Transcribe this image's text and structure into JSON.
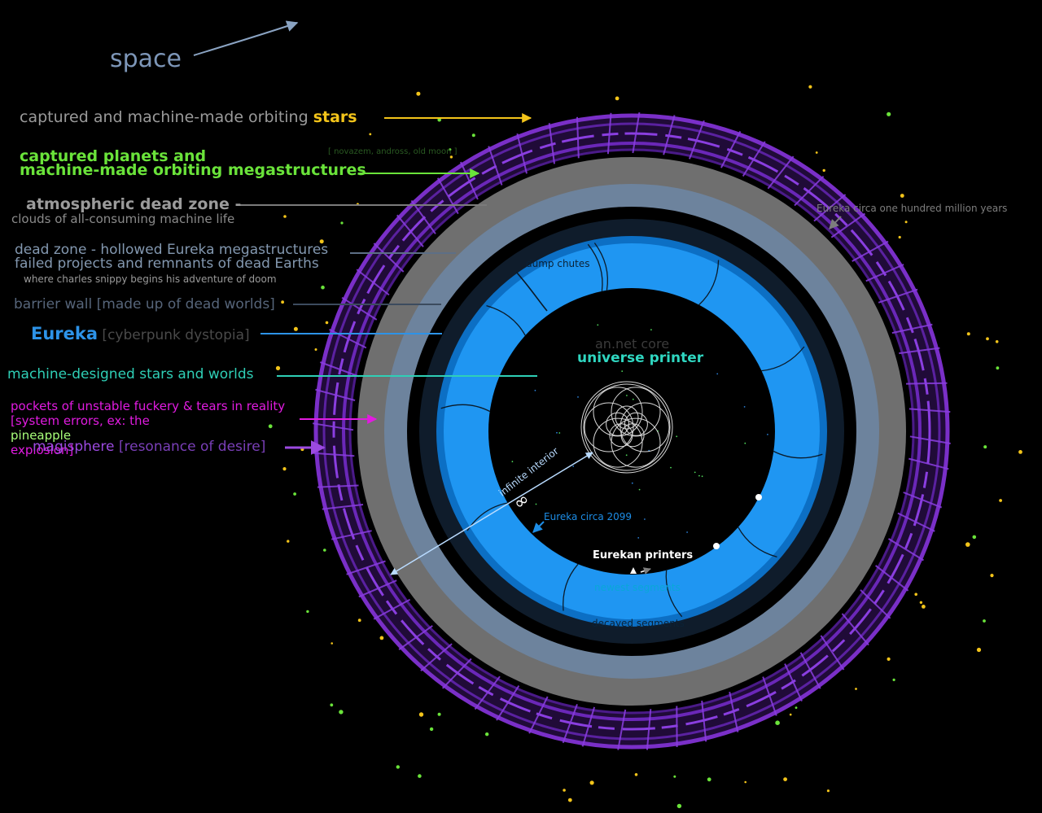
{
  "labels": {
    "space": "space",
    "stars_prefix": "captured and machine-made orbiting ",
    "stars_highlight": "stars",
    "planets_line1": "captured planets and",
    "planets_line2": "machine-made orbiting megastructures",
    "novazem": "[ novazem, andross, old moon ]",
    "atmo": "atmospheric dead zone -",
    "clouds": "clouds of all-consuming machine life",
    "deadzone_line1": "dead zone - hollowed Eureka megastructures",
    "deadzone_line2": "failed projects and remnants of dead Earths",
    "charles": "where charles snippy begins his adventure of doom",
    "barrier": "barrier wall [made up of dead worlds]",
    "eureka": "Eureka",
    "eureka_sub": " [cyberpunk dystopia]",
    "machine_designed": "machine-designed stars and worlds",
    "pockets_line1": "pockets of unstable fuckery & tears in reality",
    "pockets_line2_a": "[system errors, ex: the ",
    "pockets_line2_pine": "pineapple",
    "pockets_line2_b": " explosion]",
    "magisphere": "magisphere",
    "magisphere_sub": " [resonance of desire]",
    "circa_100m": "Eureka circa one hundred million years",
    "dump_chutes": "dump chutes",
    "core": "an.net core",
    "universe_printer": "universe printer",
    "infinite_interior": "infinite interior",
    "infinity_symbol": "∞",
    "circa_2099": "Eureka circa 2099",
    "eurekan_printers": "Eurekan printers",
    "newest_segments": "newest segments",
    "decayed_segments": "decayed segments"
  },
  "colors": {
    "background": "#000000",
    "magisphere": "#7a2fc8",
    "gray_ring": "#6f6f6f",
    "dead_zone_ring": "#6d839d",
    "barrier_ring": "#0f1c2b",
    "eureka": "#1f96f2",
    "eureka_dark": "#0c6fc4",
    "core": "#000000",
    "stars": "#f3c41a",
    "planets": "#6ae33a"
  }
}
